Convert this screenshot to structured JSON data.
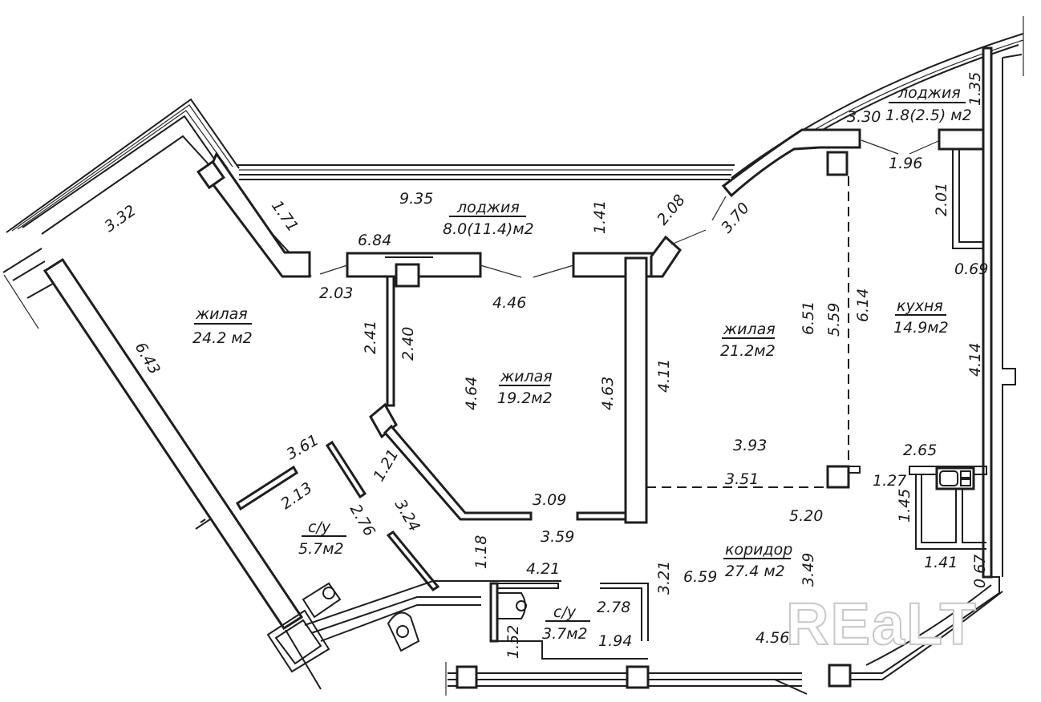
{
  "title": "Floor plan",
  "watermark": "REaLT",
  "unit_suffix": "м2",
  "rooms": {
    "living_left": {
      "name": "жилая",
      "area": "24.2 м2"
    },
    "loggia_main": {
      "name": "лоджия",
      "area": "8.0(11.4)м2"
    },
    "living_middle": {
      "name": "жилая",
      "area": "19.2м2"
    },
    "living_right": {
      "name": "жилая",
      "area": "21.2м2"
    },
    "kitchen": {
      "name": "кухня",
      "area": "14.9м2"
    },
    "loggia_small": {
      "name": "лоджия",
      "area": "1.8(2.5) м2"
    },
    "bathroom_left": {
      "name": "с/у",
      "area": "5.7м2"
    },
    "bathroom_small": {
      "name": "с/у",
      "area": "3.7м2"
    },
    "corridor": {
      "name": "коридор",
      "area": "27.4 м2"
    }
  },
  "dimensions": {
    "d_3_32": "3.32",
    "d_1_71": "1.71",
    "d_9_35": "9.35",
    "d_6_84": "6.84",
    "d_2_03": "2.03",
    "d_4_46": "4.46",
    "d_1_41_top": "1.41",
    "d_2_08": "2.08",
    "d_3_70": "3.70",
    "d_3_30": "3.30",
    "d_1_35": "1.35",
    "d_1_96": "1.96",
    "d_2_01": "2.01",
    "d_0_69": "0.69",
    "d_6_43": "6.43",
    "d_2_41": "2.41",
    "d_2_40": "2.40",
    "d_4_64": "4.64",
    "d_4_63": "4.63",
    "d_4_11": "4.11",
    "d_6_51": "6.51",
    "d_5_59": "5.59",
    "d_6_14": "6.14",
    "d_4_14": "4.14",
    "d_3_93": "3.93",
    "d_3_51": "3.51",
    "d_2_65": "2.65",
    "d_1_27": "1.27",
    "d_1_45": "1.45",
    "d_1_41_bottom": "1.41",
    "d_0_67": "0.67",
    "d_3_61": "3.61",
    "d_1_21": "1.21",
    "d_2_13": "2.13",
    "d_2_76": "2.76",
    "d_3_24": "3.24",
    "d_3_09": "3.09",
    "d_3_59": "3.59",
    "d_5_20": "5.20",
    "d_1_18": "1.18",
    "d_4_21": "4.21",
    "d_3_21": "3.21",
    "d_6_59": "6.59",
    "d_3_49": "3.49",
    "d_2_78": "2.78",
    "d_1_52": "1.52",
    "d_1_94": "1.94",
    "d_4_56": "4.56"
  },
  "colors": {
    "ink": "#1e1e1e",
    "paper": "#ffffff",
    "watermark": "#c8c8c8"
  }
}
